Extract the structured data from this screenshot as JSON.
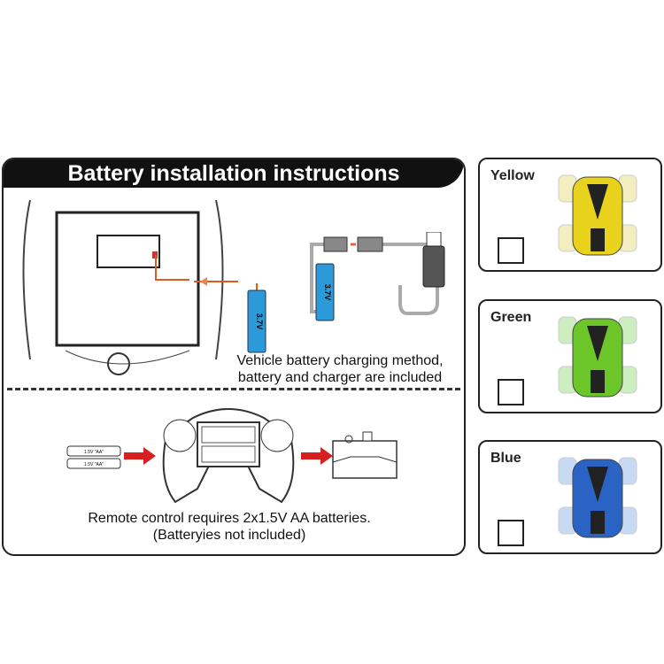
{
  "panel": {
    "title": "Battery installation instructions",
    "vehicle_caption_1": "Vehicle battery charging method,",
    "vehicle_caption_2": "battery and charger are included",
    "battery_voltage": "3.7V",
    "remote_caption_1": "Remote control requires 2x1.5V AA batteries.",
    "remote_caption_2": "(Batteryies not included)",
    "aa_label": "1.5V \"AA\""
  },
  "colors": {
    "options": [
      {
        "label": "Yellow",
        "color": "#e8d21c",
        "checked": false
      },
      {
        "label": "Green",
        "color": "#6cc62a",
        "checked": false
      },
      {
        "label": "Blue",
        "color": "#2a63c4",
        "checked": false
      }
    ]
  }
}
